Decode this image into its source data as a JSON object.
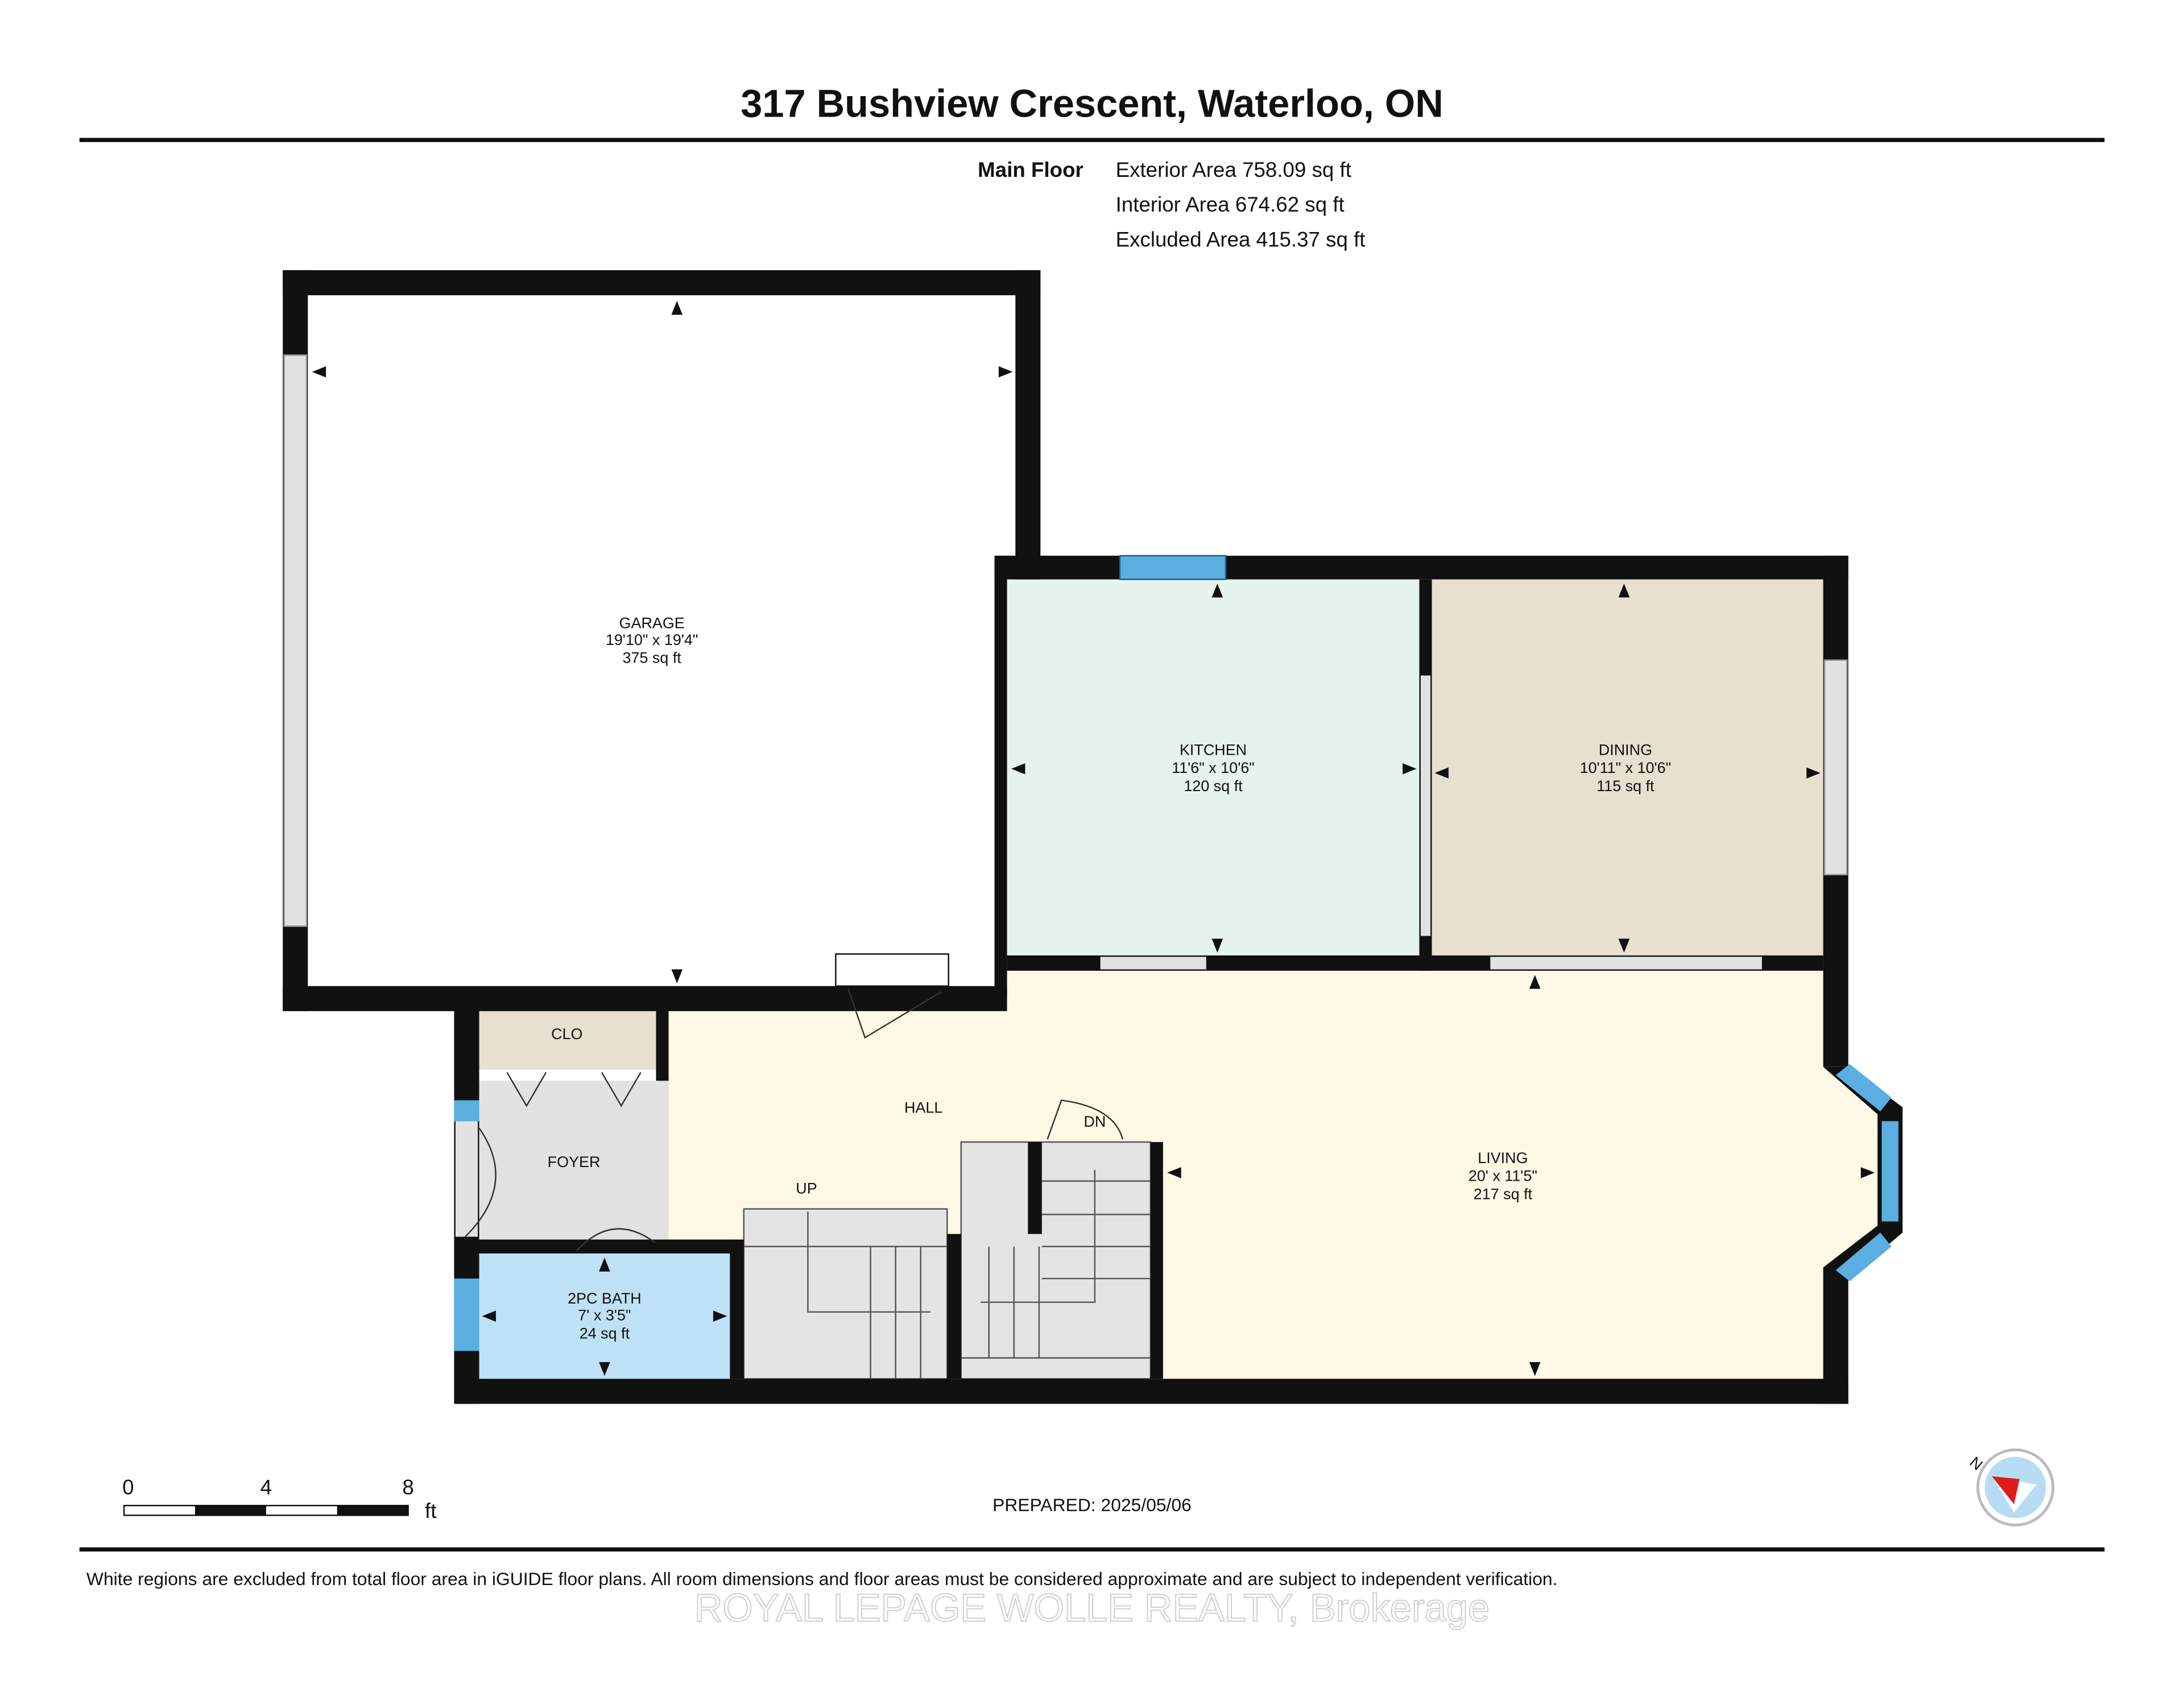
{
  "title": "317 Bushview Crescent, Waterloo, ON",
  "floor": {
    "name": "Main Floor",
    "exterior": "Exterior Area 758.09 sq ft",
    "interior": "Interior Area 674.62 sq ft",
    "excluded": "Excluded Area 415.37 sq ft"
  },
  "rooms": {
    "garage": {
      "name": "GARAGE",
      "dims": "19'10\" x 19'4\"",
      "area": "375 sq ft"
    },
    "kitchen": {
      "name": "KITCHEN",
      "dims": "11'6\" x 10'6\"",
      "area": "120 sq ft"
    },
    "dining": {
      "name": "DINING",
      "dims": "10'11\" x 10'6\"",
      "area": "115 sq ft"
    },
    "living": {
      "name": "LIVING",
      "dims": "20' x 11'5\"",
      "area": "217 sq ft"
    },
    "bath": {
      "name": "2PC BATH",
      "dims": "7' x 3'5\"",
      "area": "24 sq ft"
    },
    "clo": {
      "name": "CLO"
    },
    "foyer": {
      "name": "FOYER"
    },
    "hall": {
      "name": "HALL"
    },
    "up": {
      "name": "UP"
    },
    "dn": {
      "name": "DN"
    }
  },
  "colors": {
    "kitchen": "#e6f3ec",
    "dining": "#e7dfcf",
    "living": "#fdf9e6",
    "bath": "#bfe1f6",
    "window": "#5aaee0"
  },
  "scale": {
    "t0": "0",
    "t1": "4",
    "t2": "8",
    "unit": "ft"
  },
  "compass": {
    "label": "N"
  },
  "prepared": "PREPARED: 2025/05/06",
  "disclaimer": "White regions are excluded from total floor area in iGUIDE floor plans. All room dimensions and floor areas must be considered approximate and are subject to independent verification.",
  "watermark": "ROYAL LEPAGE WOLLE REALTY, Brokerage"
}
